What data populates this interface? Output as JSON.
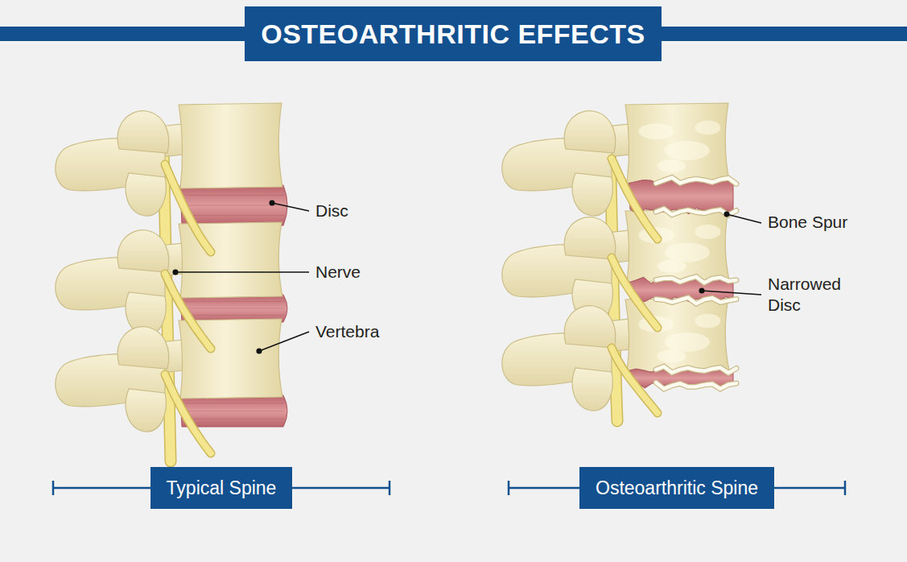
{
  "diagram": {
    "title": "OSTEOARTHRITIC EFFECTS",
    "nodes": [
      {
        "text": [
          "Typical Spine"
        ]
      },
      {
        "text": [
          "Osteoarthritic Spine"
        ]
      }
    ],
    "labels": [
      "Disc",
      "Nerve",
      "Vertebra",
      "Bone Spur",
      "Narrowed Disc"
    ]
  }
}
